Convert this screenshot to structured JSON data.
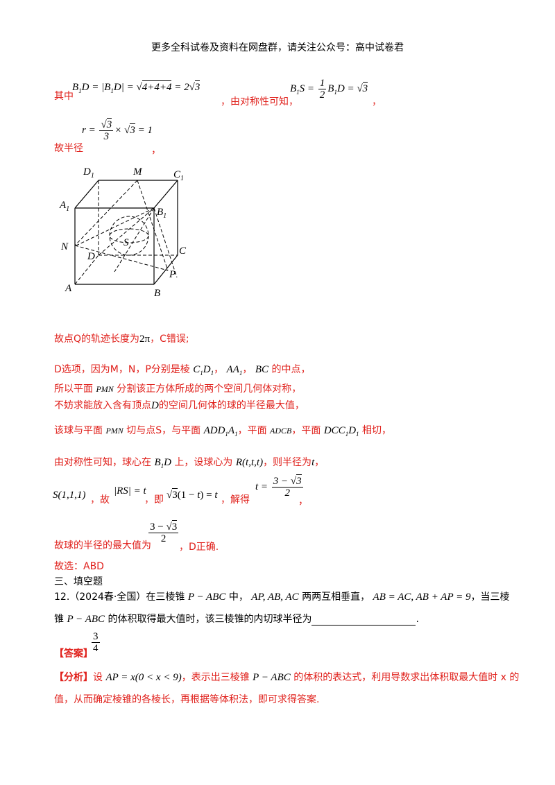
{
  "header": "更多全科试卷及资料在网盘群，请关注公众号：高中试卷君",
  "solution": {
    "l1_prefix": "其中",
    "l1_mid": "，由对称性可知，",
    "l1_end": "，",
    "l2_prefix": "故半径",
    "l2_end": "，",
    "figure_labels": {
      "D1": "D",
      "C1": "C",
      "A1": "A",
      "B1": "B",
      "M": "M",
      "N": "N",
      "S": "S",
      "C": "C",
      "D": "D",
      "P": "P",
      "A": "A",
      "B": "B",
      "sub1": "1"
    },
    "l3_a": "故点Q的轨迹长度为",
    "l3_b": "，C错误;",
    "l4_a": "D选项，因为M，N，P分别是棱",
    "l4_b": "，",
    "l4_c": "的中点，",
    "l5_a": "所以平面",
    "l5_b": "分割该正方体所成的两个空间几何体对称，",
    "l6_a": "不妨求能放入含有顶点",
    "l6_b": "的空间几何体的球的半径最大值，",
    "l7_a": "该球与平面",
    "l7_b": "切与点S，与平面",
    "l7_c": "，平面",
    "l7_d": "，平面",
    "l7_e": "相切，",
    "l8_a": "由对称性可知，球心在",
    "l8_b": "上，设球心为",
    "l8_c": "，则半径为",
    "l8_d": "，",
    "l9_a": "，故",
    "l9_b": "，即",
    "l9_c": "，解得",
    "l9_d": "，",
    "l10_a": "故球的半径的最大值为",
    "l10_b": "，D正确.",
    "answer_choice": "故选：ABD"
  },
  "section_title": "三、填空题",
  "q12": {
    "num": "12.",
    "src": "（2024春·全国）",
    "t1": "在三棱锥",
    "t2": "中，",
    "t3": "两两互相垂直，",
    "t4": "，当三棱",
    "t5": "锥",
    "t6": "的体积取得最大值时，该三棱锥的内切球半径为",
    "t7": "."
  },
  "answer": {
    "label": "【答案】",
    "num": "3",
    "den": "4"
  },
  "analysis": {
    "label": "【分析】",
    "a1": "设",
    "a2": "，表示出三棱锥",
    "a3": "的体积的表达式，利用导数求出体积取最大值时 x 的",
    "line2": "值，从而确定棱锥的各棱长，再根据等体积法，即可求得答案."
  }
}
